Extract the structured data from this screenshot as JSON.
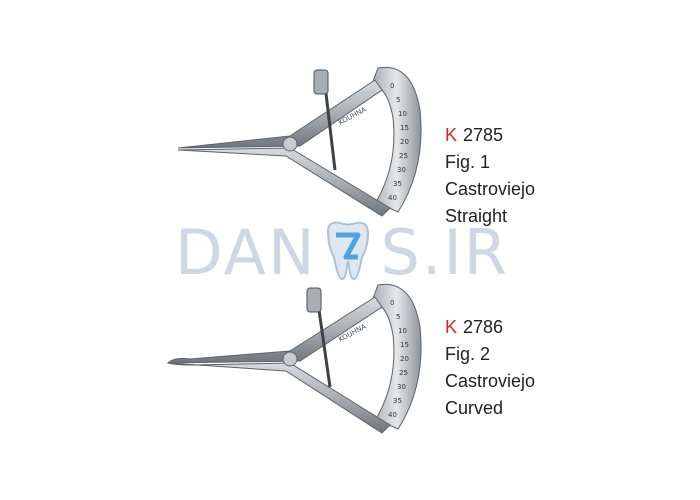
{
  "watermark": {
    "left_text": "DAN",
    "right_text": "S.IR",
    "logo_icon": "tooth-logo-icon"
  },
  "products": [
    {
      "code_prefix": "K",
      "code_number": "2785",
      "figure": "Fig. 1",
      "name": "Castroviejo",
      "variant": "Straight",
      "engraving": "KOUHNA",
      "scale_labels": [
        "0",
        "5",
        "10",
        "15",
        "20",
        "25",
        "30",
        "35",
        "40"
      ],
      "tip": "straight"
    },
    {
      "code_prefix": "K",
      "code_number": "2786",
      "figure": "Fig. 2",
      "name": "Castroviejo",
      "variant": "Curved",
      "engraving": "KOUHNA",
      "scale_labels": [
        "0",
        "5",
        "10",
        "15",
        "20",
        "25",
        "30",
        "35",
        "40"
      ],
      "tip": "curved"
    }
  ],
  "colors": {
    "code_prefix": "#d62828",
    "text": "#222222",
    "steel": "#9aa0a6",
    "watermark": "#cfd6e4"
  }
}
